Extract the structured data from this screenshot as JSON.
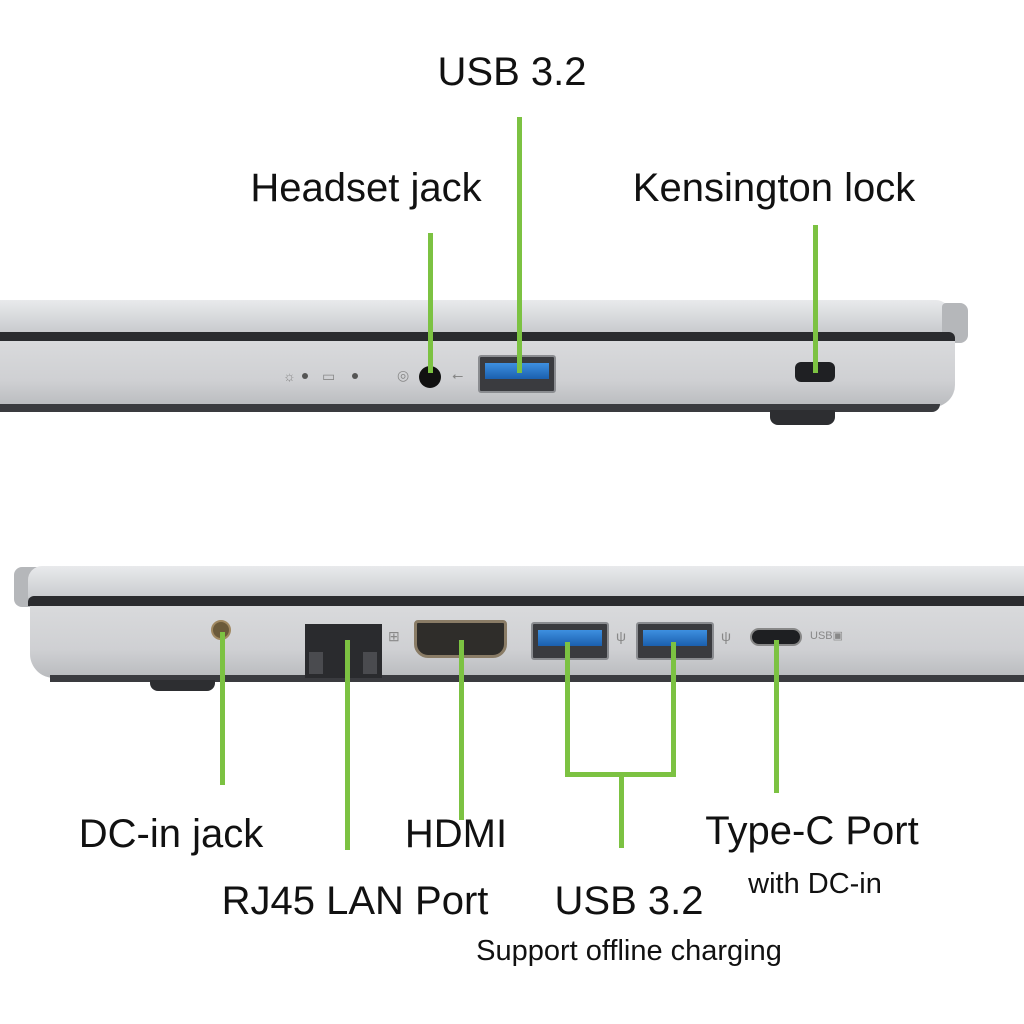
{
  "top_labels": {
    "usb": "USB 3.2",
    "headset": "Headset jack",
    "kensington": "Kensington lock"
  },
  "bottom_labels": {
    "dc_in": "DC-in jack",
    "rj45": "RJ45 LAN Port",
    "hdmi": "HDMI",
    "usb": "USB 3.2",
    "usb_note": "Support offline charging",
    "typec": "Type-C Port",
    "typec_note": "with DC-in"
  },
  "colors": {
    "callout": "#7cc242",
    "usb_blue": "#2a78cc"
  }
}
